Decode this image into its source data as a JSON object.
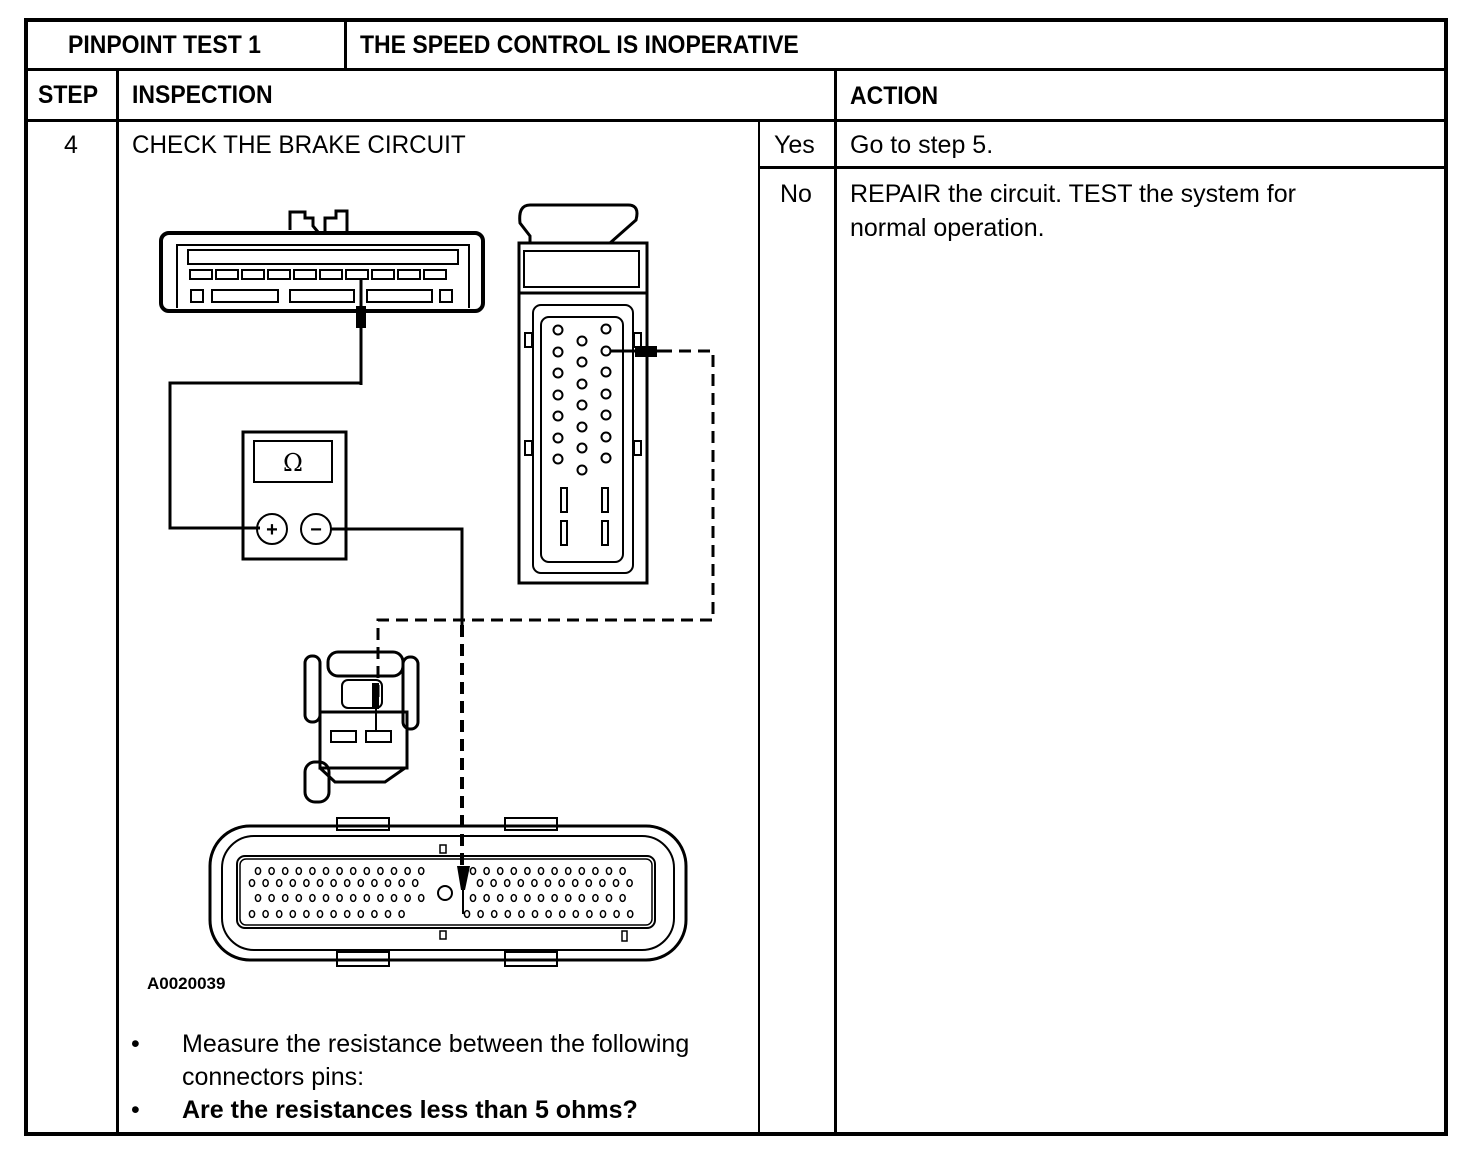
{
  "header": {
    "test_label": "PINPOINT TEST 1",
    "test_title": "THE SPEED CONTROL IS INOPERATIVE"
  },
  "columns": {
    "step": "STEP",
    "inspection": "INSPECTION",
    "action": "ACTION"
  },
  "step_row": {
    "step_number": "4",
    "inspection_title": "CHECK THE BRAKE CIRCUIT",
    "figure_id": "A0020039",
    "meter_symbol": "Ω",
    "meter_plus": "+",
    "meter_minus": "−",
    "instructions": [
      {
        "text": "Measure the resistance between the following",
        "bold": false
      },
      {
        "text": "connectors pins:",
        "bold": false
      },
      {
        "text": "Are the resistances less than 5 ohms?",
        "bold": true
      }
    ],
    "bullet_glyph": "•",
    "results": [
      {
        "answer": "Yes",
        "action": "Go to step 5."
      },
      {
        "answer": "No",
        "action_lines": [
          "REPAIR the circuit.  TEST the system for",
          "normal operation."
        ]
      }
    ]
  },
  "colors": {
    "line": "#000000",
    "background": "#ffffff"
  }
}
